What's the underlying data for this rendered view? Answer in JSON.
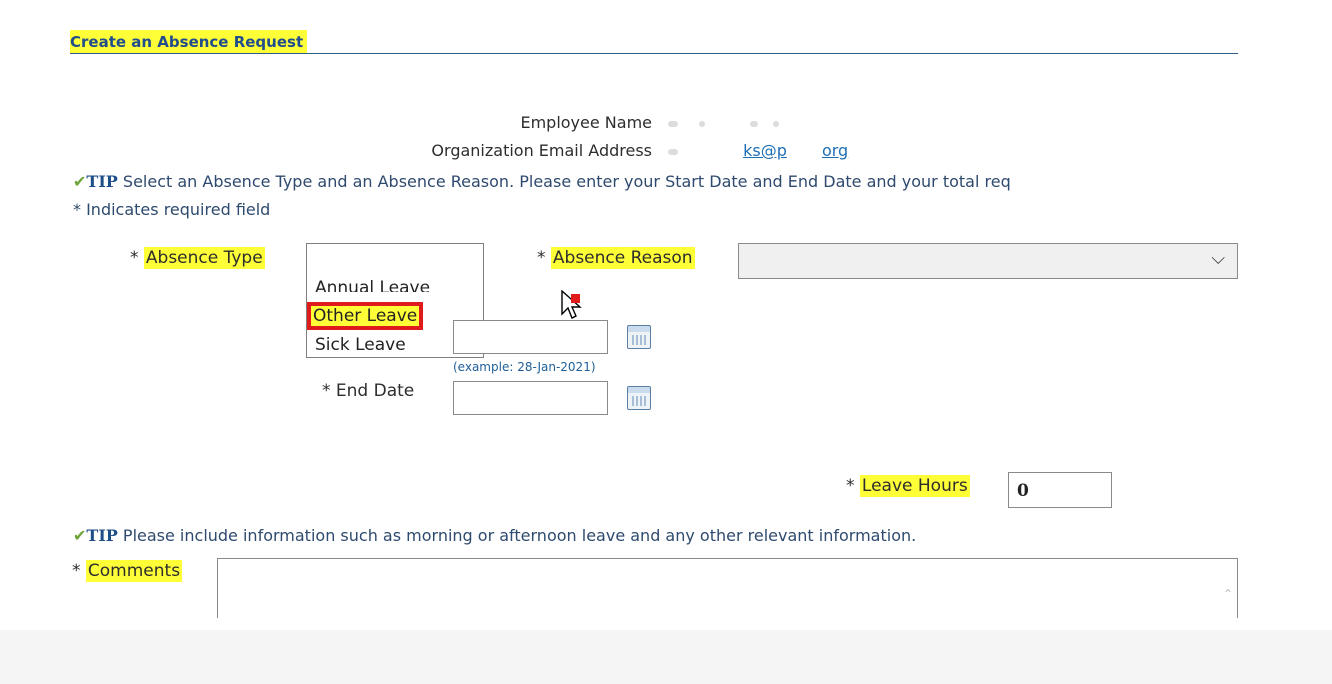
{
  "page": {
    "title": "Create an Absence Request"
  },
  "employee": {
    "name_label": "Employee Name",
    "email_label": "Organization Email Address",
    "email_visible_fragment_1": "ks@p",
    "email_visible_fragment_2": "org"
  },
  "tips": {
    "tip_word": "TIP",
    "tip1_text": "Select an Absence Type and an Absence Reason. Please enter your Start Date and End Date and your total req",
    "tip2_text": "Please include information such as morning or afternoon leave and any other relevant information."
  },
  "required_note": "* Indicates required field",
  "form": {
    "required_marker": "*",
    "absence_type_label": "Absence Type",
    "absence_type_options": [
      "Annual Leave",
      "Other Leave",
      "Sick Leave"
    ],
    "absence_type_selected": "Other Leave",
    "absence_reason_label": "Absence Reason",
    "absence_reason_value": "",
    "start_date_example": "(example: 28-Jan-2021)",
    "end_date_label": "End Date",
    "end_date_value": "",
    "leave_hours_label": "Leave Hours",
    "leave_hours_value": "0",
    "comments_label": "Comments",
    "comments_value": ""
  },
  "icons": {
    "check": "check-icon",
    "calendar": "calendar-icon",
    "chevron": "chevron-down-icon",
    "cursor": "mouse-pointer-icon"
  },
  "colors": {
    "highlight": "#ffff38",
    "selection_outline": "#e01b1b",
    "link_blue": "#1f6fb5"
  }
}
